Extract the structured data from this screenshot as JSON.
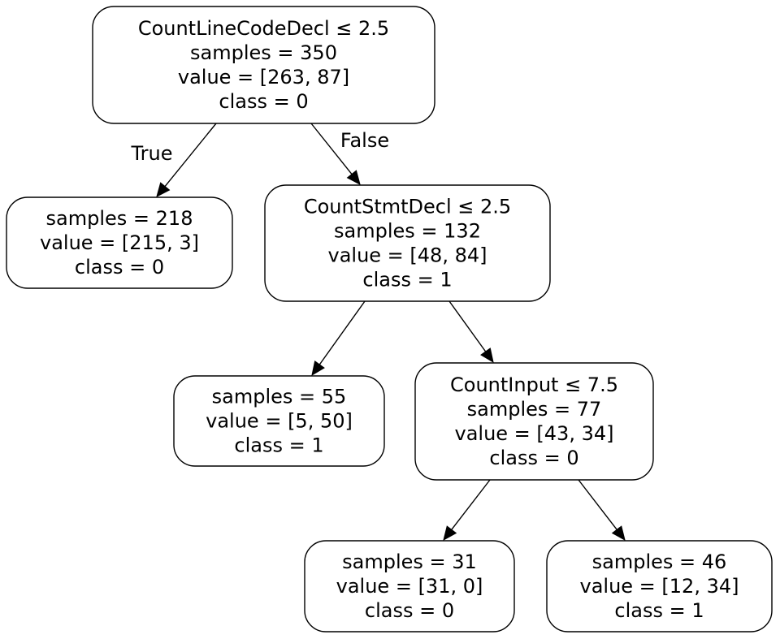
{
  "nodes": [
    {
      "id": "n0",
      "lines": [
        "CountLineCodeDecl ≤ 2.5",
        "samples = 350",
        "value = [263, 87]",
        "class = 0"
      ]
    },
    {
      "id": "n1",
      "lines": [
        "samples = 218",
        "value = [215, 3]",
        "class = 0"
      ]
    },
    {
      "id": "n2",
      "lines": [
        "CountStmtDecl ≤ 2.5",
        "samples = 132",
        "value = [48, 84]",
        "class = 1"
      ]
    },
    {
      "id": "n3",
      "lines": [
        "samples = 55",
        "value = [5, 50]",
        "class = 1"
      ]
    },
    {
      "id": "n4",
      "lines": [
        "CountInput ≤ 7.5",
        "samples = 77",
        "value = [43, 34]",
        "class = 0"
      ]
    },
    {
      "id": "n5",
      "lines": [
        "samples = 31",
        "value = [31, 0]",
        "class = 0"
      ]
    },
    {
      "id": "n6",
      "lines": [
        "samples = 46",
        "value = [12, 34]",
        "class = 1"
      ]
    }
  ],
  "edges": [
    {
      "from": "n0",
      "to": "n1",
      "label": "True"
    },
    {
      "from": "n0",
      "to": "n2",
      "label": "False"
    },
    {
      "from": "n2",
      "to": "n3",
      "label": ""
    },
    {
      "from": "n2",
      "to": "n4",
      "label": ""
    },
    {
      "from": "n4",
      "to": "n5",
      "label": ""
    },
    {
      "from": "n4",
      "to": "n6",
      "label": ""
    }
  ]
}
